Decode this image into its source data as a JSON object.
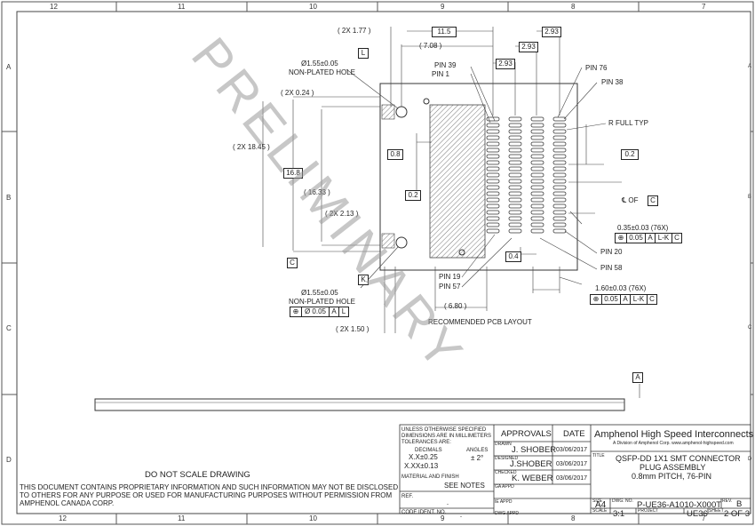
{
  "zones_top": [
    "12",
    "11",
    "10",
    "9",
    "8",
    "7"
  ],
  "zones_bottom": [
    "12",
    "11",
    "10",
    "9",
    "8",
    "7"
  ],
  "zones_left": [
    "A",
    "B",
    "C",
    "D"
  ],
  "zones_right": [
    "A",
    "B",
    "C",
    "D"
  ],
  "watermark": "PRELIMINARY",
  "dims": {
    "d_2x177": "( 2X 1.77 )",
    "d_115": "11.5",
    "d_708": "( 7.08 )",
    "d_293a": "2.93",
    "d_293b": "2.93",
    "d_293c": "2.93",
    "d_2x024": "( 2X 0.24 )",
    "d_2x1845": "( 2X 18.45 )",
    "d_168": "16.8",
    "d_1633": "( 16.33 )",
    "d_2x213": "( 2X 2.13 )",
    "d_08": "0.8",
    "d_02a": "0.2",
    "d_02b": "0.2",
    "d_04": "0.4",
    "d_680": "( 6.80 )",
    "d_2x150": "( 2X 1.50 )"
  },
  "labels": {
    "hole_top_dia": "Ø1.55±0.05",
    "hole_top_text": "NON-PLATED HOLE",
    "hole_bot_dia": "Ø1.55±0.05",
    "hole_bot_text": "NON-PLATED HOLE",
    "pin39": "PIN 39",
    "pin1": "PIN 1",
    "pin76": "PIN 76",
    "pin38": "PIN 38",
    "rfull": "R FULL TYP",
    "cl_of": "℄ OF",
    "pad_tol": "0.35±0.03 (76X)",
    "pin20": "PIN 20",
    "pin58": "PIN 58",
    "pin19": "PIN 19",
    "pin57": "PIN 57",
    "pitch_tol": "1.60±0.03 (76X)",
    "rec_layout": "RECOMMENDED PCB LAYOUT"
  },
  "datums": {
    "L": "L",
    "C": "C",
    "K": "K",
    "A": "A",
    "C2": "C"
  },
  "fcf": {
    "pad": [
      "⊕",
      "0.05",
      "A",
      "L-K",
      "C"
    ],
    "pitch": [
      "⊕",
      "0.05",
      "A",
      "L-K",
      "C"
    ],
    "hole": [
      "⊕",
      "Ø 0.05",
      "A",
      "L"
    ]
  },
  "notes": {
    "dont_scale": "DO NOT SCALE DRAWING",
    "prop1": "THIS DOCUMENT CONTAINS PROPRIETARY INFORMATION AND SUCH INFORMATION MAY NOT BE DISCLOSED",
    "prop2": "TO OTHERS FOR ANY PURPOSE OR USED FOR MANUFACTURING PURPOSES WITHOUT PERMISSION FROM",
    "prop3": "AMPHENOL CANADA CORP."
  },
  "title_block": {
    "unless1": "UNLESS OTHERWISE SPECIFIED",
    "unless2": "DIMENSIONS ARE IN MILLIMETERS",
    "unless3": "TOLERANCES ARE:",
    "decimals": "DECIMALS",
    "angles": "ANGLES",
    "tol1": "X.X±0.25",
    "tol2": "X.XX±0.13",
    "tol_ang": "± 2°",
    "material": "MATERIAL AND FINISH",
    "see_notes": "SEE NOTES",
    "ref": "REF.",
    "ref_val": "-",
    "code_ident": "CODE IDENT. NO.",
    "code_val": "-",
    "approvals": "APPROVALS",
    "date": "DATE",
    "drawn": "DRAWN",
    "drawn_by": "J. SHOBER",
    "drawn_date": "03/06/2017",
    "designed": "DESIGNED",
    "designed_by": "J.SHOBER",
    "designed_date": "03/06/2017",
    "checked": "CHECKED",
    "checked_by": "K. WEBER",
    "checked_date": "03/06/2017",
    "ga_appd": "GA APPD",
    "ie_appd": "IE APPD",
    "dwg_appd": "DWG APPD",
    "company": "Amphenol High Speed Interconnects",
    "company_sub": "A Division of Amphenol Corp. www.amphenol-highspeed.com",
    "title_lbl": "TITLE",
    "title1": "QSFP-DD 1X1 SMT CONNECTOR",
    "title2": "PLUG ASSEMBLY",
    "title3": "0.8mm PITCH, 76-PIN",
    "size_lbl": "SIZE",
    "size": "A4",
    "dwg_lbl": "DWG. NO.",
    "dwg_no": "P-UE36-A1010-X000T",
    "rev_lbl": "REV.",
    "rev": "B",
    "scale_lbl": "SCALE",
    "scale": "3:1",
    "project_lbl": "PROJECT",
    "project": "UE36",
    "sheet_lbl": "SHEET",
    "sheet": "2 OF 3"
  }
}
